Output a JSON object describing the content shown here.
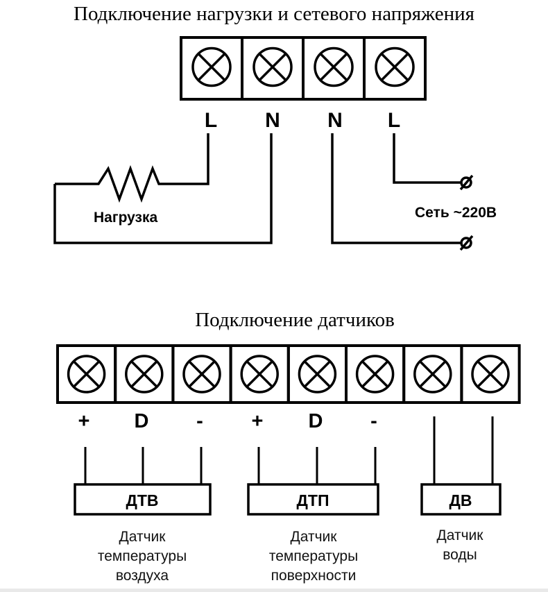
{
  "load_section": {
    "title": "Подключение нагрузки и сетевого напряжения",
    "terminals": [
      "L",
      "N",
      "N",
      "L"
    ],
    "load_label": "Нагрузка",
    "mains_label": "Сеть ~220В",
    "mains_terminal_icon": "⌀"
  },
  "sensor_section": {
    "title": "Подключение датчиков",
    "terminals": [
      "+",
      "D",
      "-",
      "+",
      "D",
      "-",
      "",
      ""
    ],
    "sensors": [
      {
        "code": "ДТВ",
        "caption": [
          "Датчик",
          "температуры",
          "воздуха"
        ]
      },
      {
        "code": "ДТП",
        "caption": [
          "Датчик",
          "температуры",
          "поверхности"
        ]
      },
      {
        "code": "ДВ",
        "caption": [
          "Датчик",
          "воды"
        ]
      }
    ]
  }
}
